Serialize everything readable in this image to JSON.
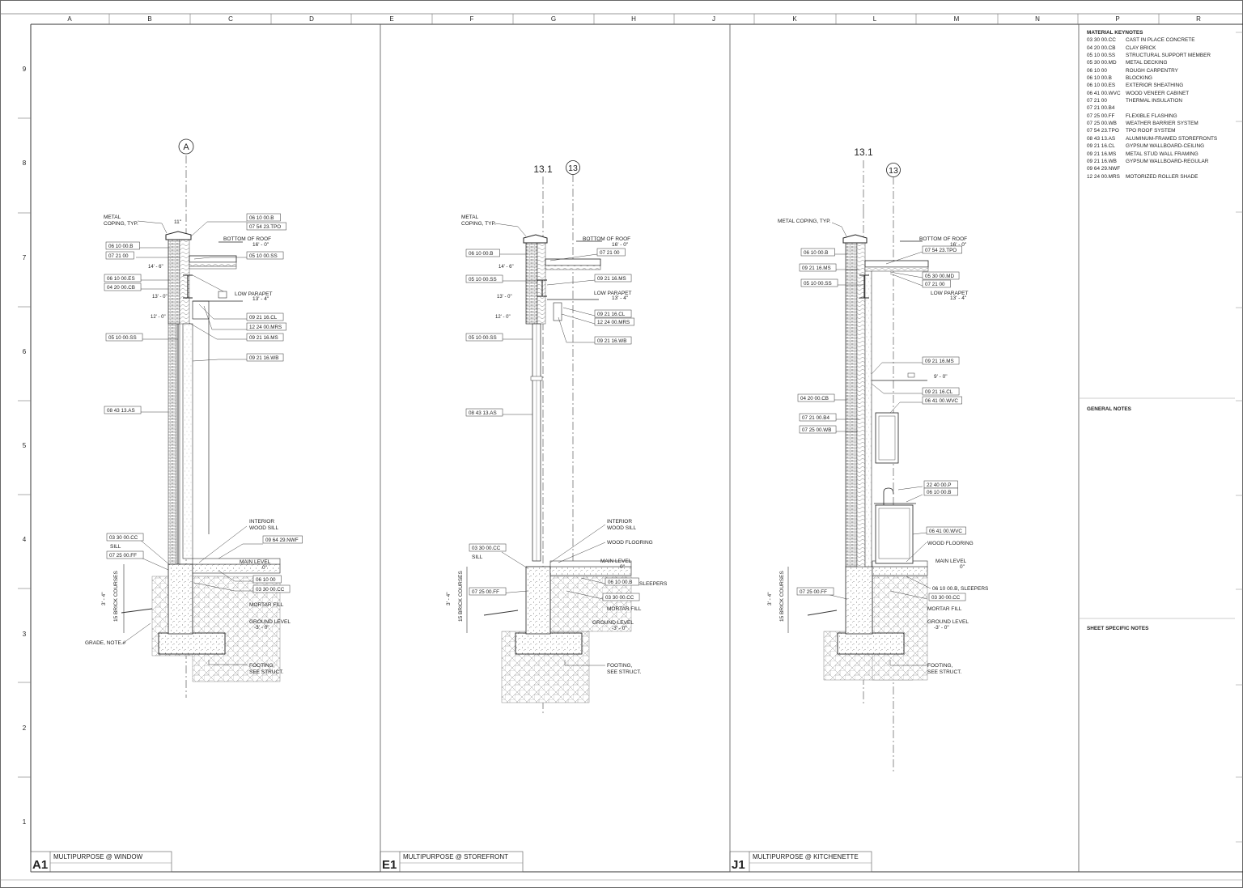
{
  "grid": {
    "columns": [
      "A",
      "B",
      "C",
      "D",
      "E",
      "F",
      "G",
      "H",
      "J",
      "K",
      "L",
      "M",
      "N",
      "P",
      "R"
    ],
    "rows": [
      "9",
      "8",
      "7",
      "6",
      "5",
      "4",
      "3",
      "2",
      "1"
    ]
  },
  "material_keynotes": {
    "title": "MATERIAL KEYNOTES",
    "items": [
      {
        "code": "03 30 00.CC",
        "desc": "CAST IN PLACE CONCRETE"
      },
      {
        "code": "04 20 00.CB",
        "desc": "CLAY BRICK"
      },
      {
        "code": "05 10 00.SS",
        "desc": "STRUCTURAL SUPPORT MEMBER"
      },
      {
        "code": "05 30 00.MD",
        "desc": "METAL DECKING"
      },
      {
        "code": "06 10 00",
        "desc": "ROUGH CARPENTRY"
      },
      {
        "code": "06 10 00.B",
        "desc": "BLOCKING"
      },
      {
        "code": "06 10 00.ES",
        "desc": "EXTERIOR SHEATHING"
      },
      {
        "code": "06 41 00.WVC",
        "desc": "WOOD VENEER CABINET"
      },
      {
        "code": "07 21 00",
        "desc": "THERMAL INSULATION"
      },
      {
        "code": "07 21 00.B4",
        "desc": ""
      },
      {
        "code": "07 25 00.FF",
        "desc": "FLEXIBLE FLASHING"
      },
      {
        "code": "07 25 00.WB",
        "desc": "WEATHER BARRIER SYSTEM"
      },
      {
        "code": "07 54 23.TPO",
        "desc": "TPO ROOF SYSTEM"
      },
      {
        "code": "08 43 13.AS",
        "desc": "ALUMINUM-FRAMED STOREFRONTS"
      },
      {
        "code": "09 21 16.CL",
        "desc": "GYPSUM WALLBOARD-CEILING"
      },
      {
        "code": "09 21 16.MS",
        "desc": "METAL STUD WALL FRAMING"
      },
      {
        "code": "09 21 16.WB",
        "desc": "GYPSUM WALLBOARD-REGULAR"
      },
      {
        "code": "09 64 29.NWF",
        "desc": ""
      },
      {
        "code": "12 24 00.MRS",
        "desc": "MOTORIZED ROLLER SHADE"
      }
    ]
  },
  "general_notes_title": "GENERAL NOTES",
  "sheet_notes_title": "SHEET SPECIFIC NOTES",
  "details": [
    {
      "id": "A1",
      "title": "MULTIPURPOSE @ WINDOW",
      "grid_bubbles": [
        "A"
      ],
      "labels": {
        "coping": "METAL\nCOPING, TYP.",
        "dim_11": "11\"",
        "bottom_roof": "BOTTOM OF ROOF",
        "bottom_roof_elev": "16' - 0\"",
        "d14": "14' - 6\"",
        "d13": "13' - 0\"",
        "d12": "12' - 0\"",
        "low_parapet": "LOW PARAPET",
        "low_parapet_elev": "13' - 4\"",
        "interior_sill": "INTERIOR\nWOOD SILL",
        "main_level": "MAIN LEVEL",
        "main_level_elev": "0\"",
        "mortar": "MORTAR FILL",
        "ground": "GROUND LEVEL",
        "ground_elev": "-3' - 0\"",
        "grade": "GRADE, NOTE #",
        "footing": "FOOTING,\nSEE STRUCT.",
        "sill": "SILL",
        "brick_courses": "15 BRICK COURSES",
        "dim_34": "3' - 4\""
      },
      "tags_left": [
        "06 10 00.B",
        "07 21 00",
        "06 10 00.ES",
        "04 20 00.CB",
        "05 10 00.SS",
        "08 43 13.AS",
        "03 30 00.CC",
        "07 25 00.FF"
      ],
      "tags_right": [
        "06 10 00.B",
        "07 54 23.TPO",
        "05 10 00.SS",
        "09 21 16.CL",
        "12 24 00.MRS",
        "09 21 16.MS",
        "09 21 16.WB",
        "09 64 29.NWF",
        "06 10 00",
        "03 30 00.CC"
      ]
    },
    {
      "id": "E1",
      "title": "MULTIPURPOSE @ STOREFRONT",
      "grid_bubbles": [
        "13.1",
        "13"
      ],
      "labels": {
        "coping": "METAL\nCOPING, TYP.",
        "bottom_roof": "BOTTOM OF ROOF",
        "bottom_roof_elev": "16' - 0\"",
        "d14": "14' - 6\"",
        "d13": "13' - 0\"",
        "d12": "12' - 0\"",
        "low_parapet": "LOW PARAPET",
        "low_parapet_elev": "13' - 4\"",
        "interior_sill": "INTERIOR\nWOOD SILL",
        "wood_flooring": "WOOD FLOORING",
        "main_level": "MAIN LEVEL",
        "main_level_elev": "0\"",
        "sleepers": "SLEEPERS",
        "mortar": "MORTAR FILL",
        "ground": "GROUND LEVEL",
        "ground_elev": "-3' - 0\"",
        "footing": "FOOTING,\nSEE STRUCT.",
        "sill": "SILL",
        "brick_courses": "15 BRICK COURSES",
        "dim_34": "3' - 4\""
      },
      "tags_left": [
        "06 10 00.B",
        "05 10 00.SS",
        "05 10 00.SS",
        "08 43 13.AS",
        "03 30 00.CC",
        "07 25 00.FF"
      ],
      "tags_right": [
        "07 21 00",
        "09 21 16.MS",
        "09 21 16.CL",
        "12 24 00.MRS",
        "09 21 16.WB",
        "06 10 00.B",
        "03 30 00.CC"
      ]
    },
    {
      "id": "J1",
      "title": "MULTIPURPOSE @ KITCHENETTE",
      "grid_bubbles": [
        "13.1",
        "13"
      ],
      "labels": {
        "coping": "METAL COPING, TYP.",
        "bottom_roof": "BOTTOM OF ROOF",
        "bottom_roof_elev": "16' - 0\"",
        "low_parapet": "LOW PARAPET",
        "low_parapet_elev": "13' - 4\"",
        "d9": "9' - 0\"",
        "wood_flooring": "WOOD FLOORING",
        "main_level": "MAIN LEVEL",
        "main_level_elev": "0\"",
        "sleepers": "06 10 00.B, SLEEPERS",
        "mortar": "MORTAR FILL",
        "ground": "GROUND LEVEL",
        "ground_elev": "-3' - 0\"",
        "footing": "FOOTING,\nSEE STRUCT.",
        "brick_courses": "15 BRICK COURSES",
        "dim_34": "3' - 4\""
      },
      "tags_left": [
        "06 10 00.B",
        "09 21 16.MS",
        "05 10 00.SS",
        "04 20 00.CB",
        "07 21 00.B4",
        "07 25 00.WB",
        "07 25 00.FF"
      ],
      "tags_right": [
        "07 54 23.TPO",
        "07 21 00",
        "05 30 00.MD",
        "09 21 16.MS",
        "09 21 16.CL",
        "06 41 00.WVC",
        "22 40 00.P",
        "06 10 00.B",
        "06 41 00.WVC",
        "03 30 00.CC"
      ]
    }
  ]
}
